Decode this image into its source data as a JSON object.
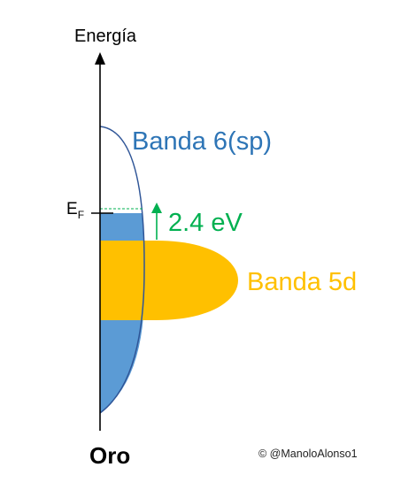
{
  "axis": {
    "label": "Energía"
  },
  "bands": {
    "sp": {
      "label": "Banda 6(sp)",
      "outline_color": "#2F5597",
      "fill_color": "#5B9BD5",
      "label_color": "#2E75B6"
    },
    "d": {
      "label": "Banda 5d",
      "color": "#FFC000"
    }
  },
  "fermi": {
    "main": "E",
    "sub": "F"
  },
  "transition": {
    "label": "2.4 eV",
    "color": "#00B050"
  },
  "material": "Oro",
  "credit": "© @ManoloAlonso1"
}
